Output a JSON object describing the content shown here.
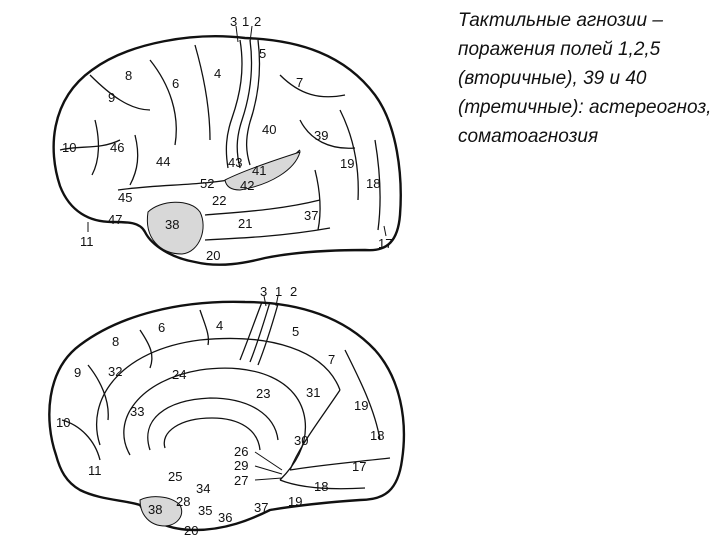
{
  "caption": "Тактильные агнозии – поражения полей 1,2,5 (вторичные), 39 и 40 (третичные): астереогноз, соматоагнозия",
  "lateral_view": {
    "labels": [
      "3",
      "1",
      "2",
      "5",
      "4",
      "6",
      "7",
      "8",
      "9",
      "40",
      "39",
      "10",
      "46",
      "44",
      "43",
      "41",
      "42",
      "52",
      "22",
      "19",
      "18",
      "45",
      "47",
      "11",
      "38",
      "21",
      "37",
      "20",
      "17"
    ]
  },
  "medial_view": {
    "labels": [
      "3",
      "1",
      "2",
      "6",
      "4",
      "5",
      "8",
      "7",
      "9",
      "32",
      "24",
      "23",
      "31",
      "33",
      "19",
      "10",
      "18",
      "30",
      "26",
      "29",
      "17",
      "11",
      "27",
      "25",
      "18",
      "34",
      "28",
      "35",
      "36",
      "37",
      "19",
      "38",
      "20"
    ]
  },
  "colors": {
    "shaded_area": "#d8d8d8",
    "line": "#111111"
  }
}
